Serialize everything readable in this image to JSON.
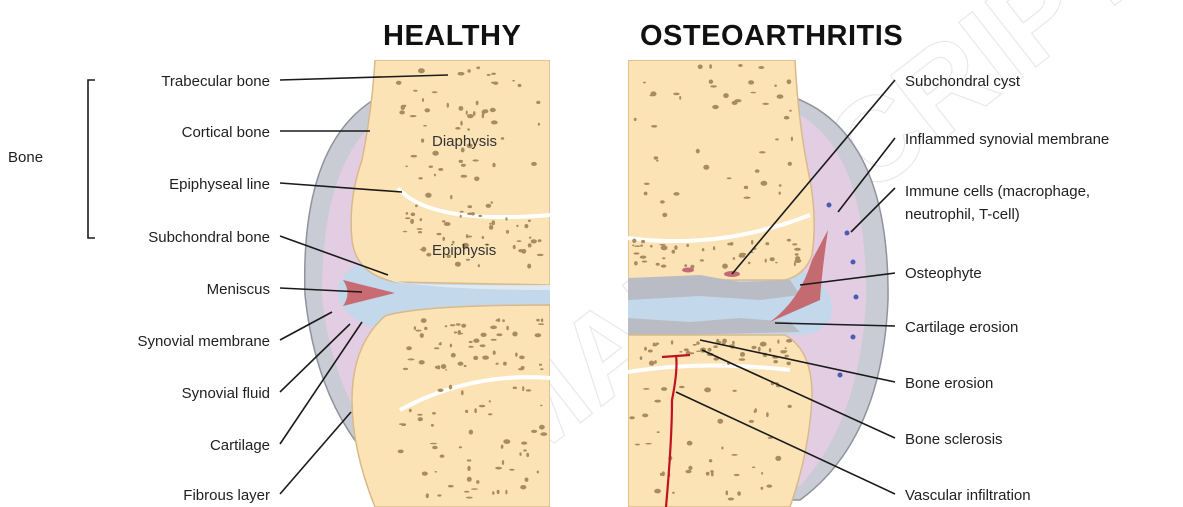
{
  "titles": {
    "healthy": "HEALTHY",
    "osteoarthritis": "OSTEOARTHRITIS"
  },
  "left_labels": {
    "bone_group": "Bone",
    "trabecular_bone": "Trabecular bone",
    "cortical_bone": "Cortical bone",
    "epiphyseal_line": "Epiphyseal line",
    "subchondral_bone": "Subchondral bone",
    "meniscus": "Meniscus",
    "synovial_membrane": "Synovial membrane",
    "synovial_fluid": "Synovial fluid",
    "cartilage": "Cartilage",
    "fibrous_layer": "Fibrous layer"
  },
  "inner_labels": {
    "diaphysis": "Diaphysis",
    "epiphysis": "Epiphysis"
  },
  "right_labels": {
    "subchondral_cyst": "Subchondral cyst",
    "inflammed_synovial_membrane": "Inflammed synovial membrane",
    "immune_cells_line1": "Immune cells (macrophage,",
    "immune_cells_line2": "neutrophil, T-cell)",
    "osteophyte": "Osteophyte",
    "cartilage_erosion": "Cartilage erosion",
    "bone_erosion": "Bone erosion",
    "bone_sclerosis": "Bone sclerosis",
    "vascular_infiltration": "Vascular infiltration"
  },
  "watermark": "MANUSCRIPT",
  "colors": {
    "bone": "#fbe3b6",
    "bone_edge": "#d9b98a",
    "trabecular_dots": "#a98b5e",
    "capsule": "#c9ccd4",
    "synovium": "#e3cde3",
    "joint_space": "#c3d8ea",
    "meniscus": "#c96b72",
    "osteophyte": "#c46b72",
    "blood_vessel": "#c1121f",
    "immune_cells": "#4a5bb5"
  }
}
